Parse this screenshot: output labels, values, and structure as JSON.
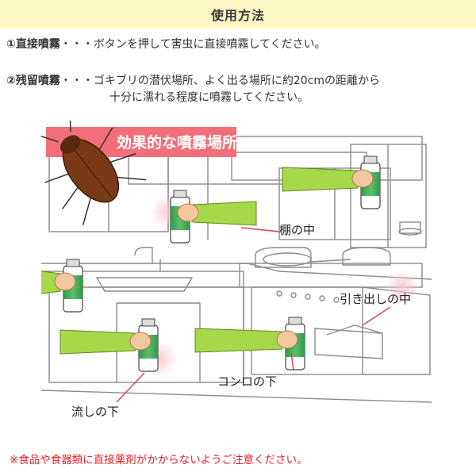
{
  "header": {
    "title": "使用方法"
  },
  "instructions": [
    {
      "label": "①直接噴霧",
      "sep": "・・・",
      "text": "ボタンを押して害虫に直接噴霧してください。"
    },
    {
      "label": "②残留噴霧",
      "sep": "・・・",
      "text": "ゴキブリの潜伏場所、よく出る場所に約20cmの距離から",
      "text2": "十分に濡れる程度に噴霧してください。"
    }
  ],
  "illustration": {
    "banner": "効果的な噴霧場所",
    "labels": {
      "shelf": "棚の中",
      "drawer": "引き出しの中",
      "stove": "コンロの下",
      "sink": "流しの下"
    }
  },
  "note": "※食品や食器類に直接薬剤がかからないようご注意ください。",
  "colors": {
    "header_bg": "#fdf7c3",
    "banner": "#f06f7a",
    "sleeve": "#a6d84a",
    "can": "#3fae5a",
    "note": "#e0262c"
  },
  "icons": [
    "cockroach-icon",
    "spray-can-icon",
    "hand-icon"
  ]
}
